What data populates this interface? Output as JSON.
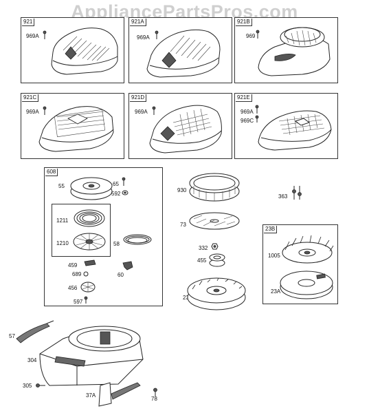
{
  "watermark": "AppliancePartsPros.com",
  "panels": [
    {
      "tag": "921",
      "part": "969A"
    },
    {
      "tag": "921A",
      "part": "969A"
    },
    {
      "tag": "921B",
      "part": "969"
    },
    {
      "tag": "921C",
      "part": "969A"
    },
    {
      "tag": "921D",
      "part": "969A"
    },
    {
      "tag": "921E",
      "part": "969A",
      "part2": "969C"
    }
  ],
  "starter_box": {
    "tag": "608",
    "labels": [
      "55",
      "65",
      "592",
      "1211",
      "1210",
      "58",
      "459",
      "689",
      "60",
      "456",
      "597"
    ]
  },
  "loose_labels": [
    "930",
    "363",
    "73",
    "332",
    "455",
    "23"
  ],
  "flywheel_box": {
    "tag": "23B",
    "labels": [
      "1005",
      "23A"
    ]
  },
  "housing_labels": [
    "57",
    "304",
    "305",
    "37A",
    "78"
  ]
}
